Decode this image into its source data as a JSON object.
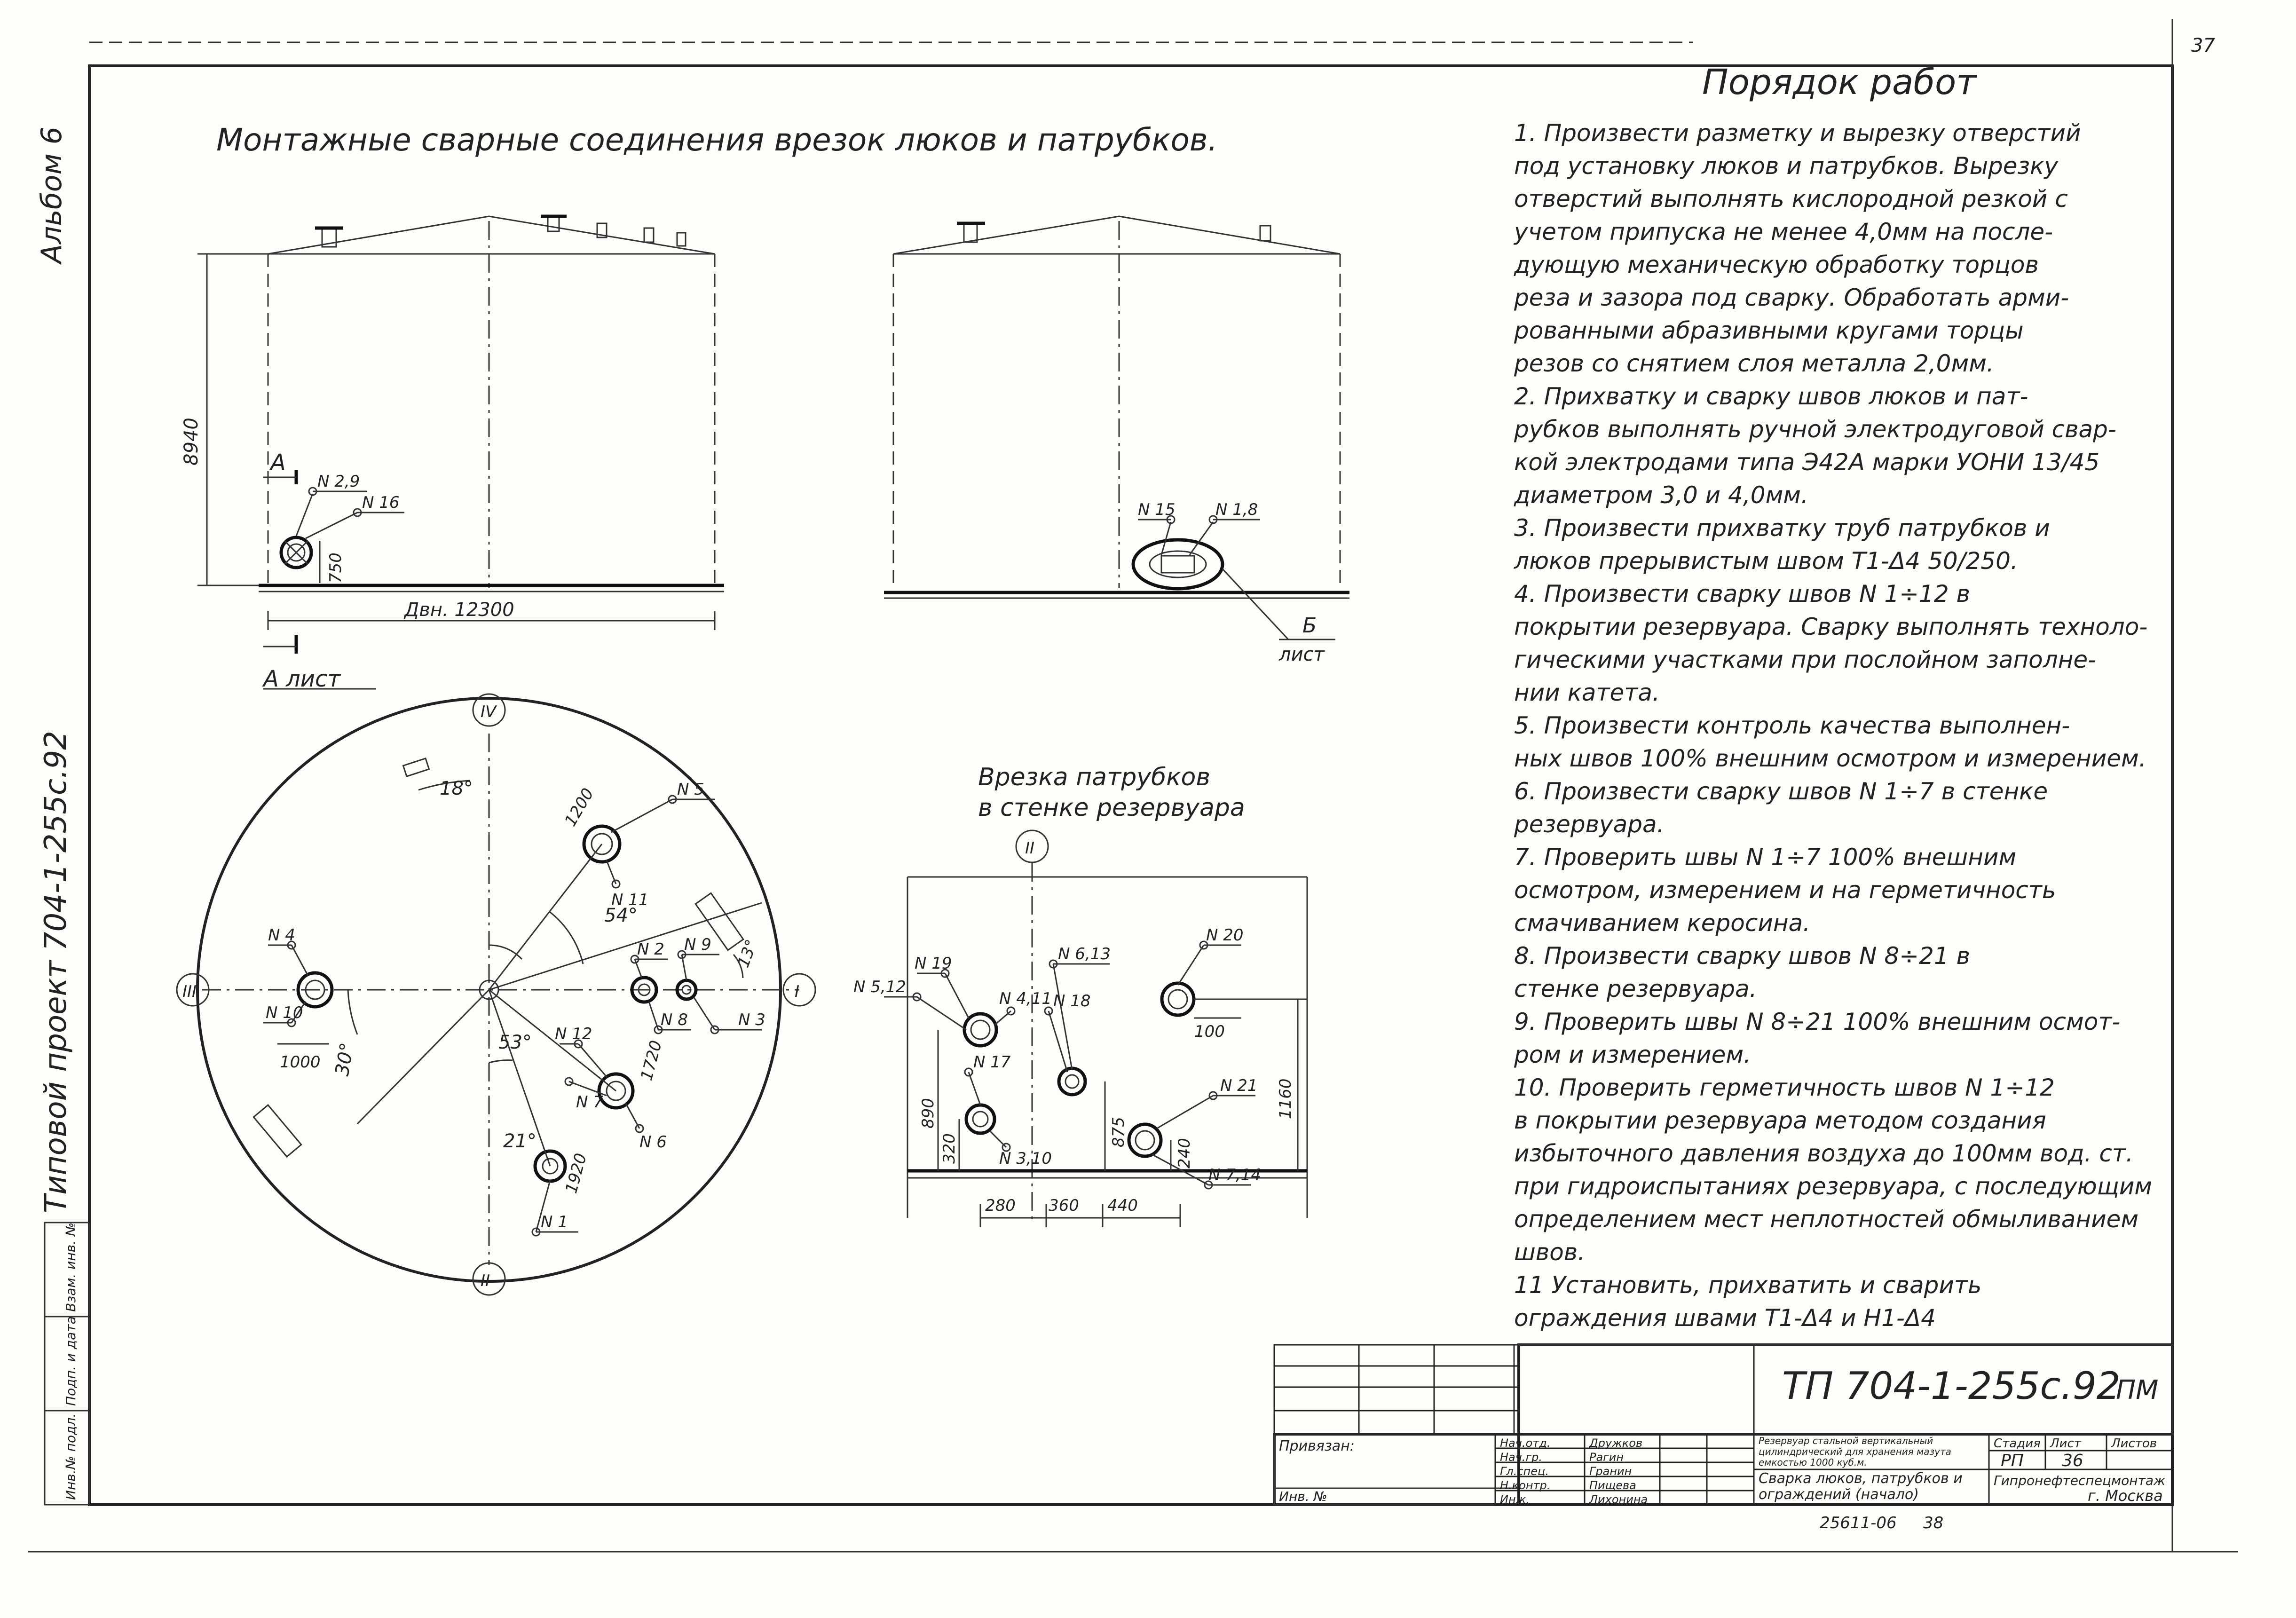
{
  "corner_page_number": "37",
  "sidebar": {
    "album": "Альбом 6",
    "project": "Типовой проект 704-1-255с.92",
    "stamp_cells": [
      "Инв.№ подл.",
      "Подп. и дата",
      "Взам. инв. №"
    ]
  },
  "drawing_title": "Монтажные сварные соединения врезок люков и патрубков.",
  "front_view": {
    "height_dim": "8940",
    "diameter_dim": "Двн. 12300",
    "section_label": "А",
    "section_sheet": "А лист",
    "nozzle_labels": [
      "N 2,9",
      "N 16"
    ],
    "nozzle_dim": "750"
  },
  "side_view": {
    "nozzle_labels": [
      "N 15",
      "N 1,8"
    ],
    "callout": "Б",
    "callout_sheet": "лист"
  },
  "plan_view": {
    "axes": [
      "IV",
      "I",
      "II",
      "III"
    ],
    "angles": [
      "18°",
      "54°",
      "53°",
      "30°",
      "21°",
      "13°"
    ],
    "dims": [
      "1200",
      "1000",
      "1720",
      "1920"
    ],
    "seam_labels": [
      "N 5",
      "N 11",
      "N 9",
      "N 2",
      "N 8",
      "N 3",
      "N 4",
      "N 10",
      "N 12",
      "N 7",
      "N 6",
      "N 1"
    ]
  },
  "wall_view": {
    "title_line1": "Врезка патрубков",
    "title_line2": "в стенке резервуара",
    "axis": "II",
    "seam_labels": [
      "N 19",
      "N 5,12",
      "N 4,11",
      "N 6,13",
      "N 18",
      "N 20",
      "N 17",
      "N 3,10",
      "N 21",
      "N 7,14"
    ],
    "dims_h": [
      "280",
      "360",
      "440"
    ],
    "dims_v": [
      "890",
      "320",
      "875",
      "1160",
      "240"
    ],
    "dim_inner": "100"
  },
  "procedure": {
    "title": "Порядок работ",
    "lines": [
      "1. Произвести разметку и вырезку отверстий",
      "под установку люков и патрубков. Вырезку",
      "отверстий выполнять кислородной резкой с",
      "учетом припуска не менее 4,0мм на после-",
      "дующую механическую обработку торцов",
      "реза и зазора под сварку. Обработать арми-",
      "рованными абразивными кругами торцы",
      "резов со снятием слоя металла 2,0мм.",
      "2. Прихватку и сварку швов люков и пат-",
      "рубков выполнять ручной электродуговой свар-",
      "кой электродами типа Э42А марки УОНИ 13/45",
      "диаметром 3,0 и 4,0мм.",
      "3. Произвести прихватку труб патрубков и",
      "люков прерывистым швом Т1-Δ4 50/250.",
      "4. Произвести сварку швов N 1÷12 в",
      "покрытии резервуара. Сварку выполнять техноло-",
      "гическими участками при послойном заполне-",
      "нии катета.",
      "5. Произвести контроль качества выполнен-",
      "ных швов 100% внешним осмотром и измерением.",
      "6. Произвести сварку швов N 1÷7 в стенке",
      "резервуара.",
      "7. Проверить швы N 1÷7 100% внешним",
      "осмотром, измерением и на герметичность",
      "смачиванием керосина.",
      "8. Произвести сварку швов N 8÷21 в",
      "стенке резервуара.",
      "9. Проверить швы N 8÷21 100% внешним осмот-",
      "ром и измерением.",
      "10. Проверить герметичность швов N 1÷12",
      "в покрытии резервуара методом создания",
      "избыточного давления воздуха до 100мм вод. ст.",
      "при гидроиспытаниях резервуара, с последующим",
      "определением мест неплотностей обмыливанием",
      "швов.",
      "11 Установить, прихватить и сварить",
      "ограждения швами Т1-Δ4 и Н1-Δ4"
    ]
  },
  "title_block": {
    "doc_code": "ТП 704-1-255с.92",
    "sheet_mark": "ПМ",
    "applied_label": "Привязан:",
    "inv_label": "Инв. №",
    "roles": [
      "Нач.отд.",
      "Нач.гр.",
      "Гл.спец.",
      "Н.контр.",
      "Инж."
    ],
    "names": [
      "Дружков",
      "Рагин",
      "Гранин",
      "Пищева",
      "Лихонина"
    ],
    "description": "Резервуар стальной вертикальный цилиндрический для хранения мазута емкостью 1000 куб.м.",
    "sheet_title": "Сварка люков, патрубков и ограждений (начало)",
    "stage_label": "Стадия",
    "sheet_label": "Лист",
    "sheets_label": "Листов",
    "stage": "РП",
    "sheet": "36",
    "org": "Гипронефтеспецмонтаж",
    "city": "г. Москва",
    "archive_no": "25611-06",
    "archive_sheet": "38"
  }
}
